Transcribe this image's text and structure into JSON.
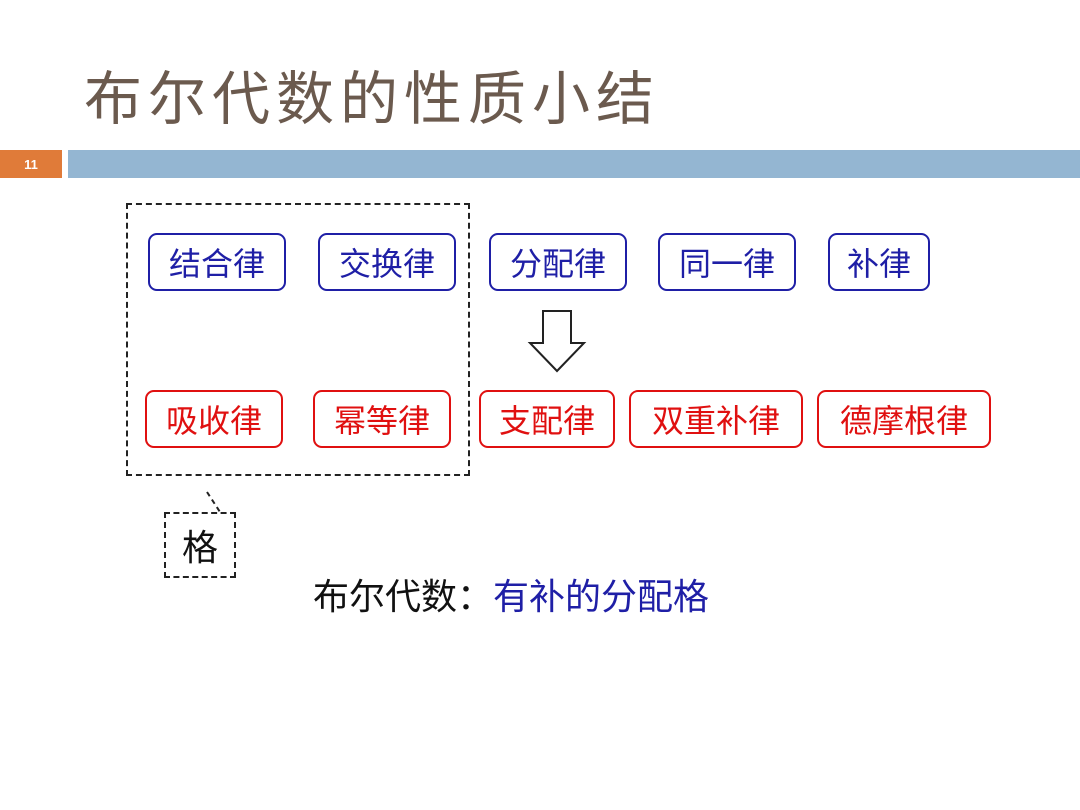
{
  "slide": {
    "title": "布尔代数的性质小结",
    "page_number": "11"
  },
  "laws_top": [
    {
      "label": "结合律"
    },
    {
      "label": "交换律"
    },
    {
      "label": "分配律"
    },
    {
      "label": "同一律"
    },
    {
      "label": "补律"
    }
  ],
  "laws_bottom": [
    {
      "label": "吸收律"
    },
    {
      "label": "幂等律"
    },
    {
      "label": "支配律"
    },
    {
      "label": "双重补律"
    },
    {
      "label": "德摩根律"
    }
  ],
  "lattice_label": "格",
  "conclusion": {
    "lead": "布尔代数：",
    "definition": "有补的分配格"
  },
  "colors": {
    "title": "#6b5a4e",
    "page_badge": "#e07b39",
    "title_bar": "#94b6d2",
    "top_law": "#1f1fa6",
    "bottom_law": "#e01010"
  },
  "icons": [
    "down-arrow-icon",
    "callout-pointer-icon"
  ]
}
